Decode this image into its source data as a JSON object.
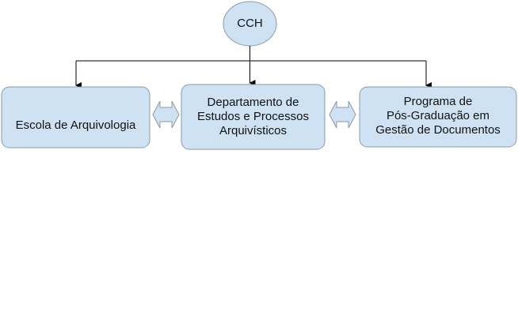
{
  "nodes": {
    "top": {
      "label": "CCH"
    },
    "left": {
      "label": "Escola de Arquivologia"
    },
    "center": {
      "lines": [
        "Departamento de",
        "Estudos e Processos",
        "Arquivísticos"
      ]
    },
    "right": {
      "lines": [
        "Programa de",
        "Pós-Graduação em",
        "Gestão de Documentos"
      ]
    }
  },
  "colors": {
    "fill": "#cfe2f3",
    "stroke": "#8a9aa8",
    "connector": "#000000"
  }
}
